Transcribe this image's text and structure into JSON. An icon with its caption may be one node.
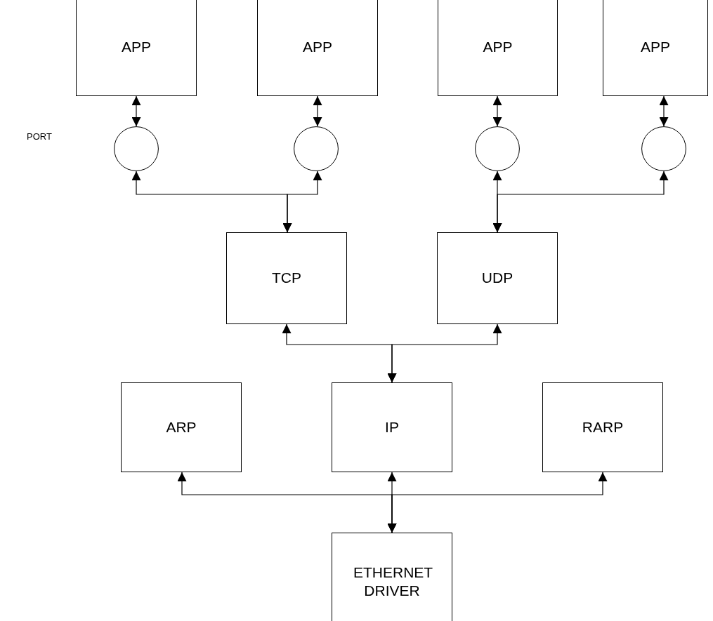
{
  "diagram": {
    "nodes": [
      {
        "text": [
          "APP"
        ]
      },
      {
        "text": [
          "APP"
        ]
      },
      {
        "text": [
          "APP"
        ]
      },
      {
        "text": [
          "APP"
        ]
      },
      {
        "text": [],
        "shape": "circle"
      },
      {
        "text": [],
        "shape": "circle"
      },
      {
        "text": [],
        "shape": "circle"
      },
      {
        "text": [],
        "shape": "circle"
      },
      {
        "text": [
          "TCP"
        ]
      },
      {
        "text": [
          "UDP"
        ]
      },
      {
        "text": [
          "ARP"
        ]
      },
      {
        "text": [
          "IP"
        ]
      },
      {
        "text": [
          "RARP"
        ]
      },
      {
        "text": [
          "ETHERNET DRIVER"
        ]
      }
    ],
    "edges": [
      {
        "from": 0,
        "to": 4,
        "arrow": "both"
      },
      {
        "from": 1,
        "to": 5,
        "arrow": "both"
      },
      {
        "from": 2,
        "to": 6,
        "arrow": "both"
      },
      {
        "from": 3,
        "to": 7,
        "arrow": "both"
      },
      {
        "from": 4,
        "to": 8,
        "arrow": "both"
      },
      {
        "from": 5,
        "to": 8,
        "arrow": "both"
      },
      {
        "from": 6,
        "to": 9,
        "arrow": "both"
      },
      {
        "from": 7,
        "to": 9,
        "arrow": "both"
      },
      {
        "from": 8,
        "to": 11,
        "arrow": "both"
      },
      {
        "from": 9,
        "to": 11,
        "arrow": "both"
      },
      {
        "from": 10,
        "to": 13,
        "arrow": "both"
      },
      {
        "from": 11,
        "to": 13,
        "arrow": "both"
      },
      {
        "from": 12,
        "to": 13,
        "arrow": "both"
      }
    ],
    "labels": [
      "PORT"
    ]
  }
}
